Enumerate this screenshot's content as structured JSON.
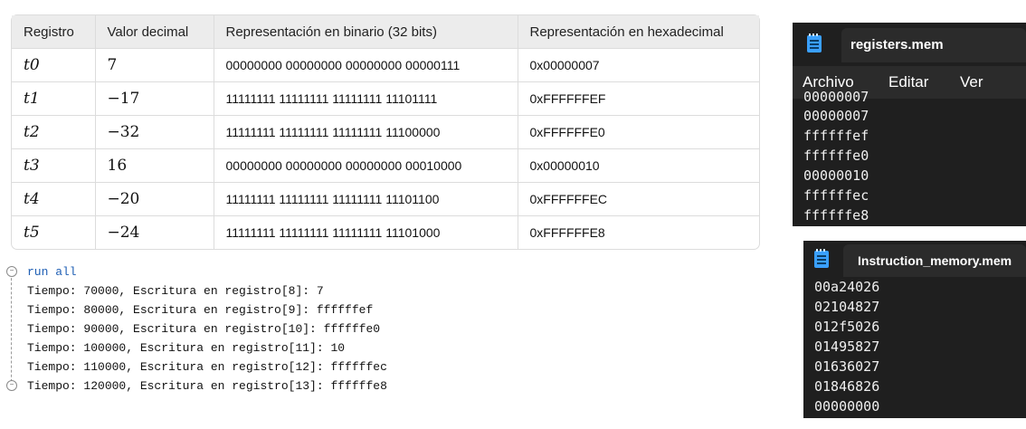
{
  "table": {
    "headers": [
      "Registro",
      "Valor decimal",
      "Representación en binario (32 bits)",
      "Representación en hexadecimal"
    ],
    "rows": [
      {
        "reg": "t0",
        "dec": "7",
        "bin": "00000000 00000000 00000000 00000111",
        "hex": "0x00000007"
      },
      {
        "reg": "t1",
        "dec": "−17",
        "bin": "11111111 11111111 11111111 11101111",
        "hex": "0xFFFFFFEF"
      },
      {
        "reg": "t2",
        "dec": "−32",
        "bin": "11111111 11111111 11111111 11100000",
        "hex": "0xFFFFFFE0"
      },
      {
        "reg": "t3",
        "dec": "16",
        "bin": "00000000 00000000 00000000 00010000",
        "hex": "0x00000010"
      },
      {
        "reg": "t4",
        "dec": "−20",
        "bin": "11111111 11111111 11111111 11101100",
        "hex": "0xFFFFFFEC"
      },
      {
        "reg": "t5",
        "dec": "−24",
        "bin": "11111111 11111111 11111111 11101000",
        "hex": "0xFFFFFFE8"
      }
    ]
  },
  "console": {
    "command": "run all",
    "lines": [
      "Tiempo: 70000, Escritura en registro[8]: 7",
      "Tiempo: 80000, Escritura en registro[9]: ffffffef",
      "Tiempo: 90000, Escritura en registro[10]: ffffffe0",
      "Tiempo: 100000, Escritura en registro[11]: 10",
      "Tiempo: 110000, Escritura en registro[12]: ffffffec",
      "Tiempo: 120000, Escritura en registro[13]: ffffffe8"
    ]
  },
  "registers_window": {
    "title": "registers.mem",
    "menu": [
      "Archivo",
      "Editar",
      "Ver"
    ],
    "partial_line": "00000007",
    "lines": [
      "00000007",
      "ffffffef",
      "ffffffe0",
      "00000010",
      "ffffffec",
      "ffffffe8"
    ]
  },
  "instruction_window": {
    "title": "Instruction_memory.mem",
    "lines": [
      "00a24026",
      "02104827",
      "012f5026",
      "01495827",
      "01636027",
      "01846826",
      "00000000"
    ]
  },
  "colors": {
    "header_bg": "#ececec",
    "console_command": "#1f5fb4",
    "notepad_bg": "#1f1f1f",
    "notepad_tab": "#2b2b2b",
    "notepad_icon": "#3aa0ff"
  }
}
